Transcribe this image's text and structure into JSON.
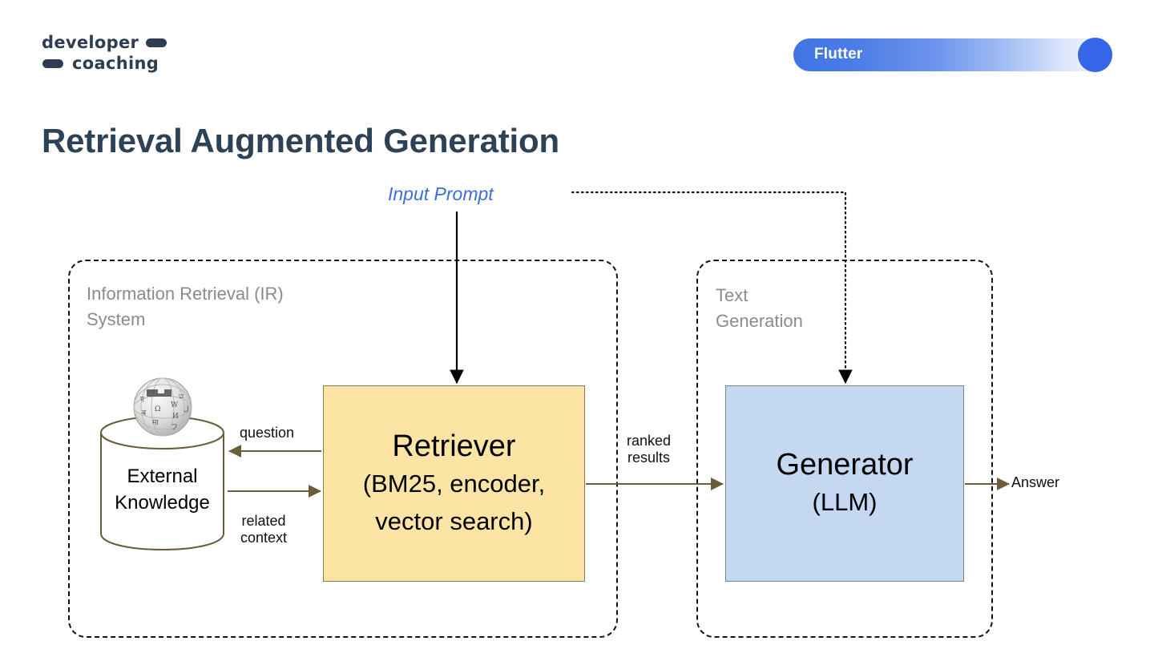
{
  "header": {
    "logo": {
      "line1": "developer",
      "line2": "coaching"
    },
    "badge": {
      "label": "Flutter",
      "gradient_start": "#3f74e4",
      "gradient_end": "#ffffff",
      "dot_color": "#3566e8"
    }
  },
  "title": "Retrieval Augmented Generation",
  "diagram": {
    "input_prompt": "Input Prompt",
    "groups": [
      {
        "id": "ir",
        "label": "Information Retrieval (IR)\nSystem"
      },
      {
        "id": "tg",
        "label": "Text\nGeneration"
      }
    ],
    "nodes": {
      "external_knowledge": {
        "label": "External\nKnowledge",
        "shape": "cylinder",
        "stroke": "#6b5c3a",
        "icon": "wikipedia-globe"
      },
      "retriever": {
        "title": "Retriever",
        "subtitle": "(BM25,\nencoder,\nvector search)",
        "fill": "#fce5a4",
        "stroke": "#857a52"
      },
      "generator": {
        "title": "Generator",
        "subtitle": "(LLM)",
        "fill": "#c5d8f2",
        "stroke": "#7f7f7f"
      }
    },
    "edges": [
      {
        "id": "question",
        "label": "question",
        "from": "retriever",
        "to": "external_knowledge",
        "style": "solid",
        "color": "#6b5c3a"
      },
      {
        "id": "related-context",
        "label": "related\ncontext",
        "from": "external_knowledge",
        "to": "retriever",
        "style": "solid",
        "color": "#6b5c3a"
      },
      {
        "id": "ranked-results",
        "label": "ranked\nresults",
        "from": "retriever",
        "to": "generator",
        "style": "solid",
        "color": "#6b5c3a"
      },
      {
        "id": "answer",
        "label": "Answer",
        "from": "generator",
        "to": "output",
        "style": "solid",
        "color": "#6b5c3a"
      },
      {
        "id": "prompt-to-retriever",
        "label": "",
        "from": "input_prompt",
        "to": "retriever",
        "style": "solid",
        "color": "#000000"
      },
      {
        "id": "prompt-to-generator",
        "label": "",
        "from": "input_prompt",
        "to": "generator",
        "style": "dotted",
        "color": "#000000"
      }
    ]
  }
}
